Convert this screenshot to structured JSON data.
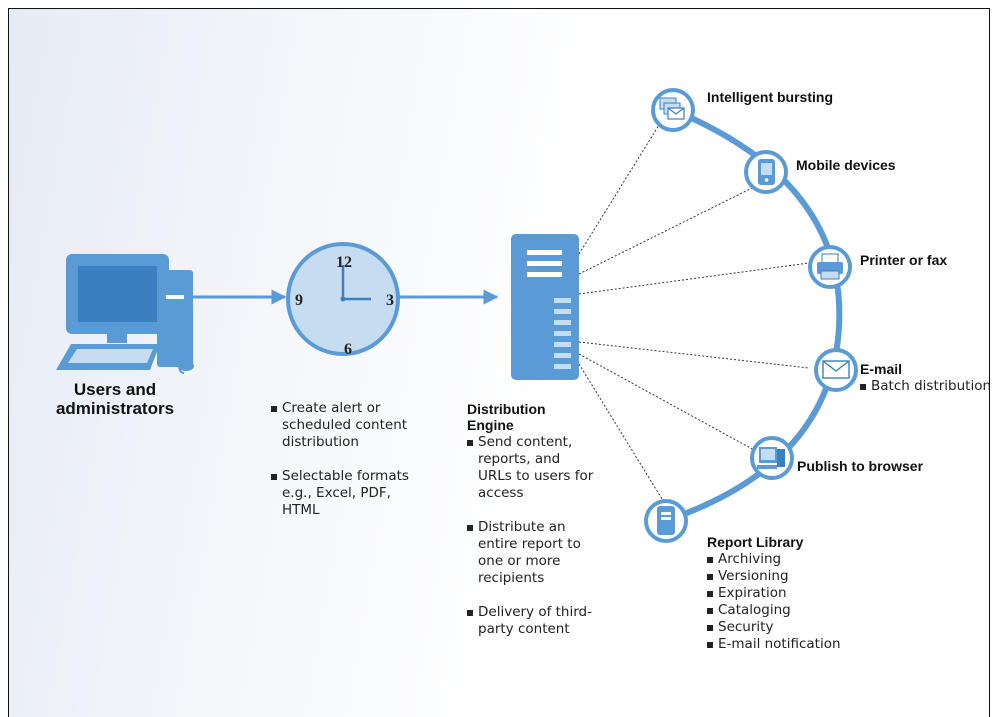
{
  "users": {
    "label": "Users and administrators"
  },
  "clock": {
    "numbers": {
      "twelve": "12",
      "three": "3",
      "six": "6",
      "nine": "9"
    },
    "bullets": [
      "Create alert or scheduled content distribution",
      "Selectable formats e.g., Excel, PDF, HTML"
    ]
  },
  "engine": {
    "title": "Distribution Engine",
    "bullets": [
      "Send content, reports, and URLs to users for access",
      "Distribute an entire report to one or more recipients",
      "Delivery of third-party content"
    ]
  },
  "outputs": {
    "bursting": "Intelligent bursting",
    "mobile": "Mobile devices",
    "printer": "Printer or fax",
    "email": {
      "label": "E-mail",
      "sub": "Batch distribution"
    },
    "browser": "Publish to browser",
    "library": {
      "label": "Report Library",
      "items": [
        "Archiving",
        "Versioning",
        "Expiration",
        "Cataloging",
        "Security",
        "E-mail notification"
      ]
    }
  },
  "colors": {
    "primary": "#5b9bd5",
    "dark": "#3a7fbf",
    "fill_light": "#c5dcf1",
    "line": "#333333"
  }
}
